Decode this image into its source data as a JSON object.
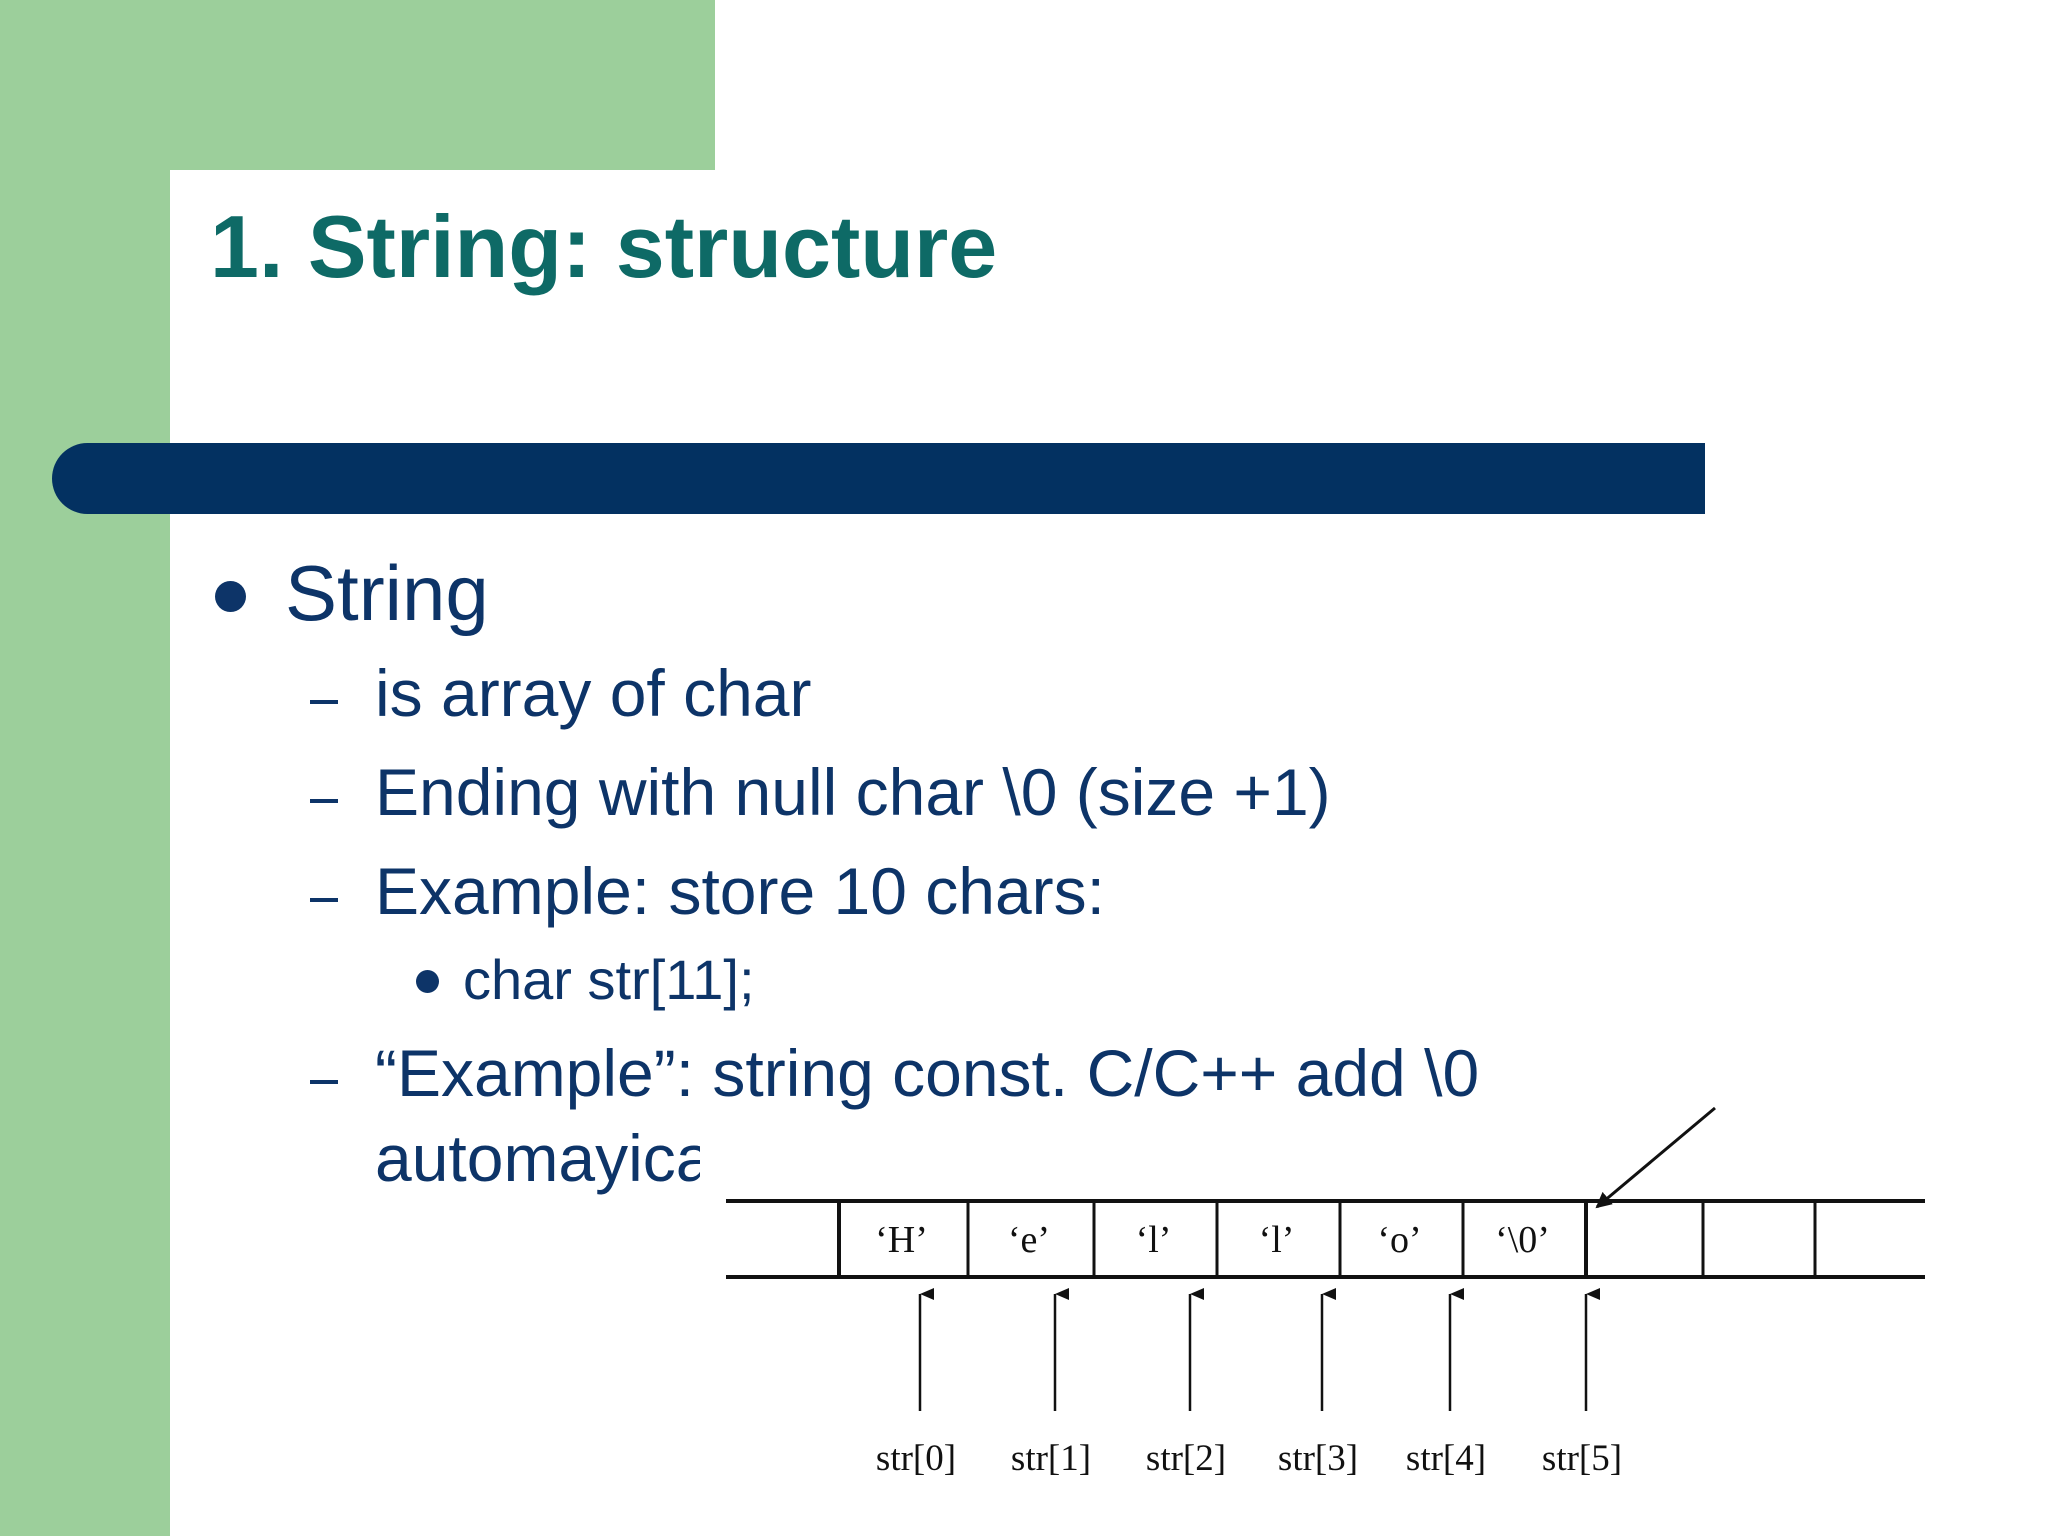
{
  "slide": {
    "title": "1. String: structure",
    "bullet": "String",
    "sub_items": [
      "is array of char",
      "Ending with null char \\0 (size +1)",
      "Example: store 10 chars:",
      "“Example”: string const. C/C++ add \\0",
      "automayica"
    ],
    "sub_sub_item": "char str[11];"
  },
  "diagram": {
    "cells": [
      "‘H’",
      "‘e’",
      "‘l’",
      "‘l’",
      "‘o’",
      "‘\\0’",
      "",
      "",
      ""
    ],
    "indices": [
      "str[0]",
      "str[1]",
      "str[2]",
      "str[3]",
      "str[4]",
      "str[5]"
    ]
  },
  "colors": {
    "green": "#9ccf9b",
    "title": "#0e6a66",
    "bar": "#033161",
    "text": "#0d3468"
  }
}
